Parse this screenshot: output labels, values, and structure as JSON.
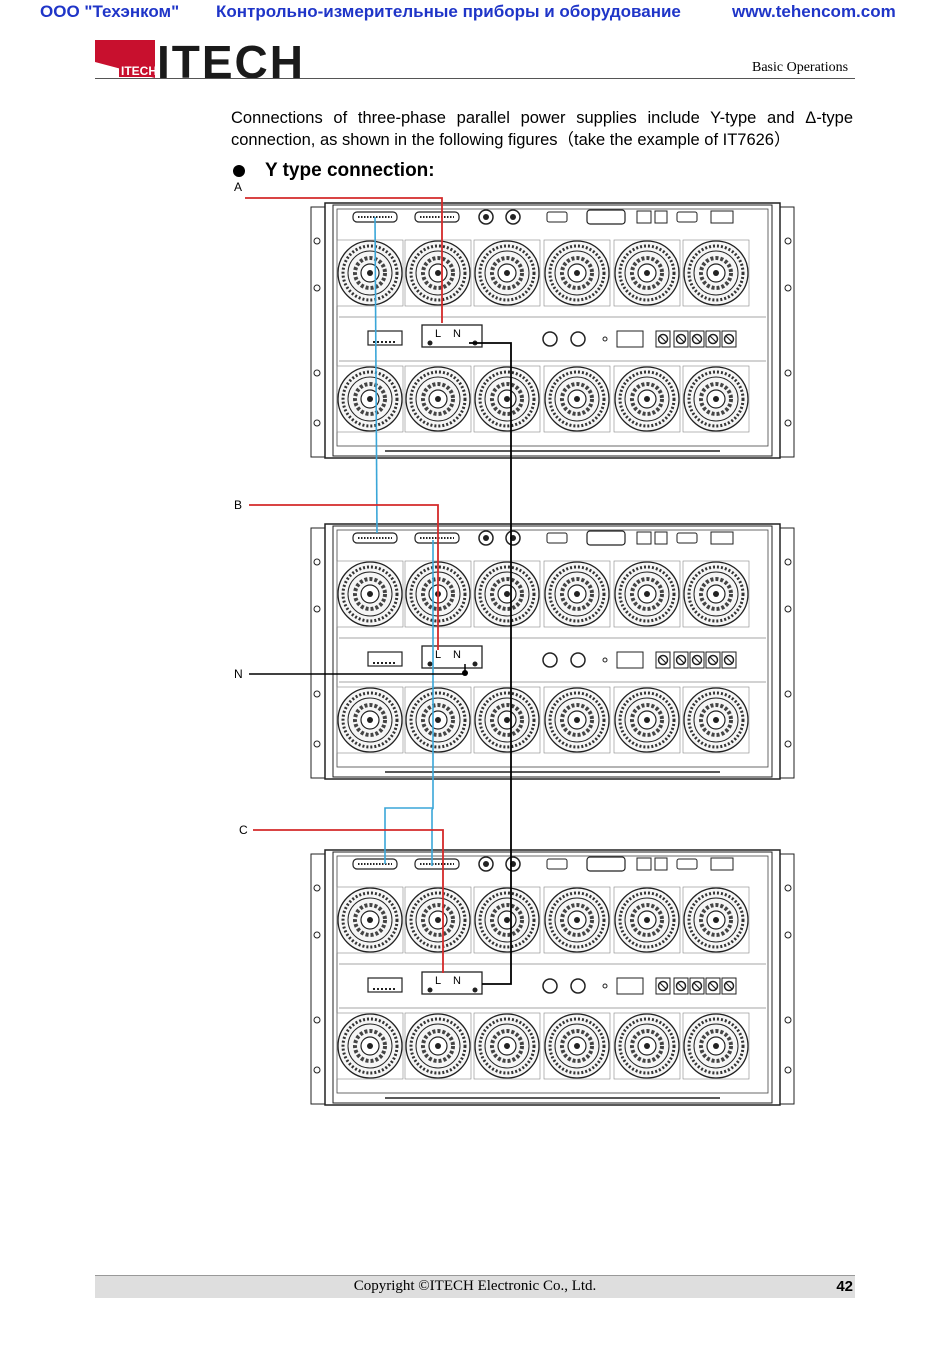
{
  "topbar": {
    "company": "ООО \"Техэнком\"",
    "tagline": "Контрольно-измерительные приборы и оборудование",
    "website": "www.tehencom.com"
  },
  "header": {
    "logo_text": "ITECH",
    "logo_small": "ITECH",
    "section": "Basic Operations"
  },
  "body": {
    "intro": "Connections of three-phase parallel power supplies include Y-type and Δ-type connection, as shown in the following figures（take the example of IT7626）",
    "bullet_title": "Y type connection:"
  },
  "diagram": {
    "phase_a": "A",
    "phase_b": "B",
    "phase_n": "N",
    "phase_c": "C",
    "terminal_l": "L",
    "terminal_n": "N",
    "colors": {
      "phase_wire": "#d42a2a",
      "signal_wire": "#3aa6d8",
      "neutral_wire": "#000000"
    }
  },
  "footer": {
    "copyright": "Copyright ©ITECH Electronic Co., Ltd.",
    "page": "42"
  }
}
